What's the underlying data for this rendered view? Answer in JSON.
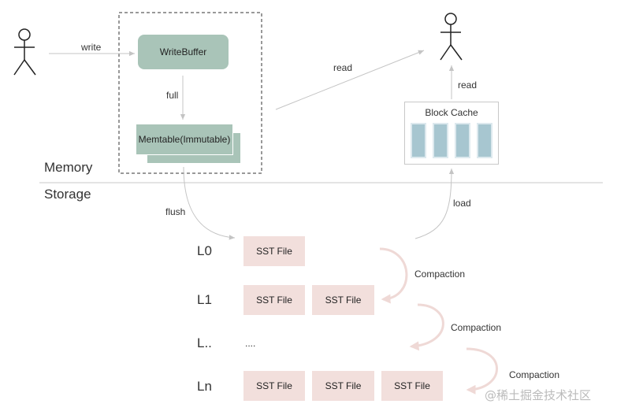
{
  "colors": {
    "memory_box": "#a9c4b8",
    "sst_file": "#f2dfdc",
    "cache_slot": "#a7c6d0",
    "line": "#c8c8c8",
    "compaction_arrow": "#efd9d6"
  },
  "labels": {
    "write": "write",
    "full": "full",
    "read_top": "read",
    "read_cache": "read",
    "flush": "flush",
    "load": "load",
    "memory": "Memory",
    "storage": "Storage",
    "compaction_1": "Compaction",
    "compaction_2": "Compaction",
    "compaction_3": "Compaction"
  },
  "nodes": {
    "write_buffer": "WriteBuffer",
    "memtable": "Memtable(Immutable)",
    "block_cache": "Block Cache"
  },
  "levels": [
    {
      "name": "L0",
      "files": [
        "SST File"
      ]
    },
    {
      "name": "L1",
      "files": [
        "SST File",
        "SST File"
      ]
    },
    {
      "name": "L..",
      "files": [],
      "ellipsis": "...."
    },
    {
      "name": "Ln",
      "files": [
        "SST File",
        "SST File",
        "SST File"
      ]
    }
  ],
  "watermark": "@稀土掘金技术社区"
}
